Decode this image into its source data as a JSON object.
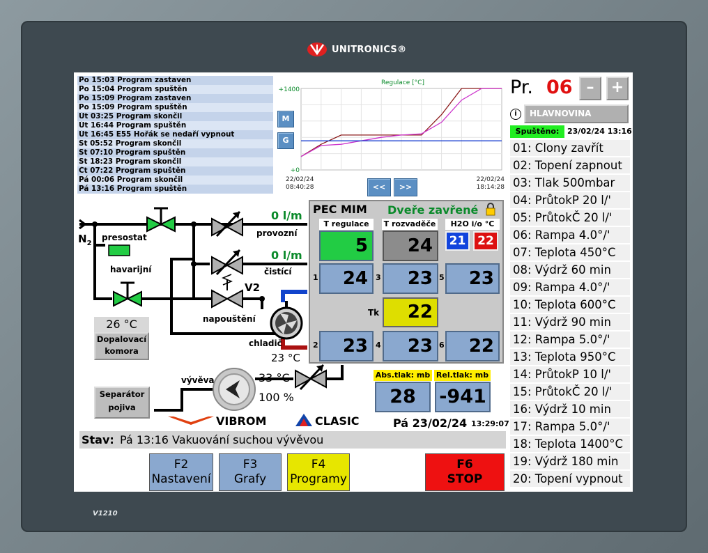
{
  "brand": {
    "name": "UNITRONICS®",
    "model": "V1210"
  },
  "log": [
    {
      "day": "Po",
      "time": "15:03",
      "text": "Program zastaven"
    },
    {
      "day": "Po",
      "time": "15:04",
      "text": "Program spuštěn"
    },
    {
      "day": "Po",
      "time": "15:09",
      "text": "Program zastaven"
    },
    {
      "day": "Po",
      "time": "15:09",
      "text": "Program spuštěn"
    },
    {
      "day": "Út",
      "time": "03:25",
      "text": "Program skončil"
    },
    {
      "day": "Út",
      "time": "16:44",
      "text": "Program spuštěn"
    },
    {
      "day": "Út",
      "time": "16:45",
      "text": "E55 Hořák se nedaří vypnout"
    },
    {
      "day": "St",
      "time": "05:52",
      "text": "Program skončil"
    },
    {
      "day": "St",
      "time": "07:10",
      "text": "Program spuštěn"
    },
    {
      "day": "St",
      "time": "18:23",
      "text": "Program skončil"
    },
    {
      "day": "Čt",
      "time": "07:22",
      "text": "Program spuštěn"
    },
    {
      "day": "Pá",
      "time": "00:06",
      "text": "Program skončil"
    },
    {
      "day": "Pá",
      "time": "13:16",
      "text": "Program spuštěn"
    }
  ],
  "chart_buttons": {
    "m": "M",
    "g": "G",
    "prev": "<<",
    "next": ">>"
  },
  "chart_data": {
    "type": "line",
    "title": "Regulace [°C]",
    "ylim": [
      0,
      1400
    ],
    "y_tick_labels": [
      "+1400",
      "+0"
    ],
    "x_start_label": [
      "22/02/24",
      "08:40:28"
    ],
    "x_end_label": [
      "22/02/24",
      "18:14:28"
    ],
    "x": [
      "08:40",
      "09:40",
      "10:40",
      "11:40",
      "12:40",
      "13:40",
      "14:40",
      "15:40",
      "16:40",
      "17:40",
      "18:14"
    ],
    "series": [
      {
        "color": "#8b1a1a",
        "values": [
          230,
          440,
          600,
          600,
          600,
          600,
          600,
          950,
          1400,
          1400,
          1400
        ]
      },
      {
        "color": "#cc33cc",
        "values": [
          230,
          420,
          440,
          500,
          560,
          600,
          620,
          820,
          1200,
          1400,
          1400
        ]
      },
      {
        "color": "#1a3fd0",
        "values": [
          500,
          500,
          500,
          500,
          500,
          500,
          500,
          500,
          500,
          500,
          500
        ]
      }
    ],
    "grid": true
  },
  "program": {
    "label": "Pr.",
    "number": "06",
    "minus": "–",
    "plus": "+",
    "name": "HLAVNOVINA",
    "info": "i",
    "started_label": "Spuštěno:",
    "started_value": "23/02/24 13:16"
  },
  "steps": [
    "01: Clony zavřít",
    "02: Topení zapnout",
    "03: Tlak  500mbar",
    "04: PrůtokP  20 l/'",
    "05: PrůtokČ  20 l/'",
    "06: Rampa  4.0°/'",
    "07: Teplota  450°C",
    "08: Výdrž  60 min",
    "09: Rampa  4.0°/'",
    "10: Teplota  600°C",
    "11: Výdrž  90 min",
    "12: Rampa  5.0°/'",
    "13: Teplota  950°C",
    "14: PrůtokP  10 l/'",
    "15: PrůtokČ  20 l/'",
    "16: Výdrž  10 min",
    "17: Rampa  5.0°/'",
    "18: Teplota 1400°C",
    "19: Výdrž  180 min",
    "20: Topení vypnout"
  ],
  "process": {
    "n2": "N",
    "n2sub": "2",
    "presostat": "presostat",
    "havarijni": "havarijní",
    "flow1": "0 l/m",
    "flow1_label": "provozní",
    "flow2": "0 l/m",
    "flow2_label": "čistící",
    "v2": "V2",
    "napousteni": "napouštění",
    "chladic": "chladič",
    "chladic_temp": "23 °C",
    "afterburn_temp": "26 °C",
    "afterburn_btn1": "Dopalovací",
    "afterburn_btn2": "komora",
    "separator1": "Separátor",
    "separator2": "pojiva",
    "vyveva": "vývěva",
    "pump_temp": "33 °C",
    "pump_pct": "100 %"
  },
  "furnace": {
    "title": "PEC MIM",
    "door": "Dveře zavřené",
    "t_reg_label": "T regulace",
    "t_rozv_label": "T rozvaděče",
    "h2o_label": "H2O i/o °C",
    "t_reg": "5",
    "t_rozv": "24",
    "h2o_in": "21",
    "h2o_out": "22",
    "tk_label": "Tk",
    "tk": "22",
    "zones": [
      {
        "n": "1",
        "v": "24"
      },
      {
        "n": "3",
        "v": "23"
      },
      {
        "n": "5",
        "v": "23"
      },
      {
        "n": "2",
        "v": "23"
      },
      {
        "n": "4",
        "v": "23"
      },
      {
        "n": "6",
        "v": "22"
      }
    ]
  },
  "pressure": {
    "abs_label": "Abs.tlak: mb",
    "abs": "28",
    "rel_label": "Rel.tlak: mb",
    "rel": "-941"
  },
  "logos": {
    "vibrom": "VIBROM",
    "clasic": "CLASIC"
  },
  "datetime": {
    "date": "Pá 23/02/24",
    "time": "13:29:07"
  },
  "status": {
    "label": "Stav:",
    "text": "Pá  13:16 Vakuování suchou vývěvou"
  },
  "fkeys": [
    {
      "key": "F2",
      "label": "Nastavení",
      "color": "#8aa8cf"
    },
    {
      "key": "F3",
      "label": "Grafy",
      "color": "#8aa8cf"
    },
    {
      "key": "F4",
      "label": "Programy",
      "color": "#e7e600"
    },
    {
      "key": "F6",
      "label": "STOP",
      "color": "#ee1111"
    }
  ],
  "colors": {
    "ok_green": "#22cc44",
    "blue_box": "#8aa8cf",
    "yellow": "#dede00",
    "warning_yellow": "#ffee00"
  }
}
